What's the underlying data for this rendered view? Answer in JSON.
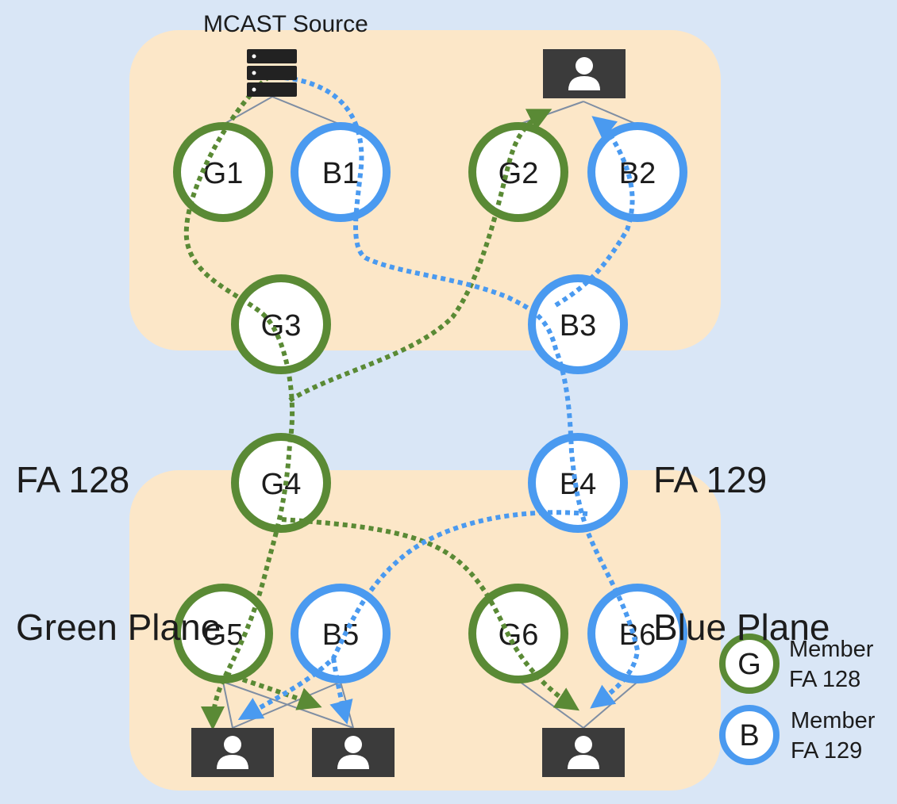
{
  "source_label": "MCAST Source",
  "planes": {
    "green": {
      "line1": "FA 128",
      "line2": "Green Plane"
    },
    "blue": {
      "line1": "FA 129",
      "line2": "Blue Plane"
    }
  },
  "nodes": {
    "G1": "G1",
    "B1": "B1",
    "G2": "G2",
    "B2": "B2",
    "G3": "G3",
    "B3": "B3",
    "G4": "G4",
    "B4": "B4",
    "G5": "G5",
    "B5": "B5",
    "G6": "G6",
    "B6": "B6"
  },
  "legend": {
    "green": {
      "letter": "G",
      "line1": "Member",
      "line2": "FA 128"
    },
    "blue": {
      "letter": "B",
      "line1": "Member",
      "line2": "FA 129"
    }
  },
  "colors": {
    "background": "#d9e6f6",
    "site_panel": "#fce7c8",
    "green_plane": "#5a8a35",
    "blue_plane": "#4a9af0",
    "device": "#3b3b3b",
    "link": "#7f8ea3"
  },
  "icons": {
    "source": "server-icon",
    "receiver": "user-terminal-icon"
  }
}
